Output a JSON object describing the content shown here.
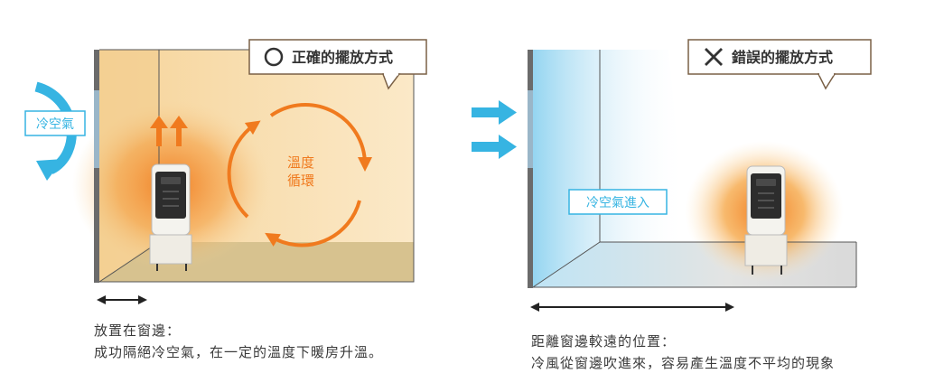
{
  "left_panel": {
    "badge_label": "正確的擺放方式",
    "badge_icon": "circle-icon",
    "cold_air_label": "冷空氣",
    "circulation_line1": "溫度",
    "circulation_line2": "循環",
    "caption_line1": "放置在窗邊：",
    "caption_line2": "成功隔絕冷空氣，在一定的溫度下暖房升溫。"
  },
  "right_panel": {
    "badge_label": "錯誤的擺放方式",
    "badge_icon": "cross-icon",
    "cold_air_label": "冷空氣進入",
    "caption_line1": "距離窗邊較遠的位置：",
    "caption_line2": "冷風從窗邊吹進來，容易產生溫度不平均的現象"
  },
  "colors": {
    "warm_wall": "#f6dca6",
    "floor": "#d3c08f",
    "heat_orange": "#f07a1e",
    "cold_blue": "#36b4e2",
    "badge_border": "#7a6046"
  }
}
